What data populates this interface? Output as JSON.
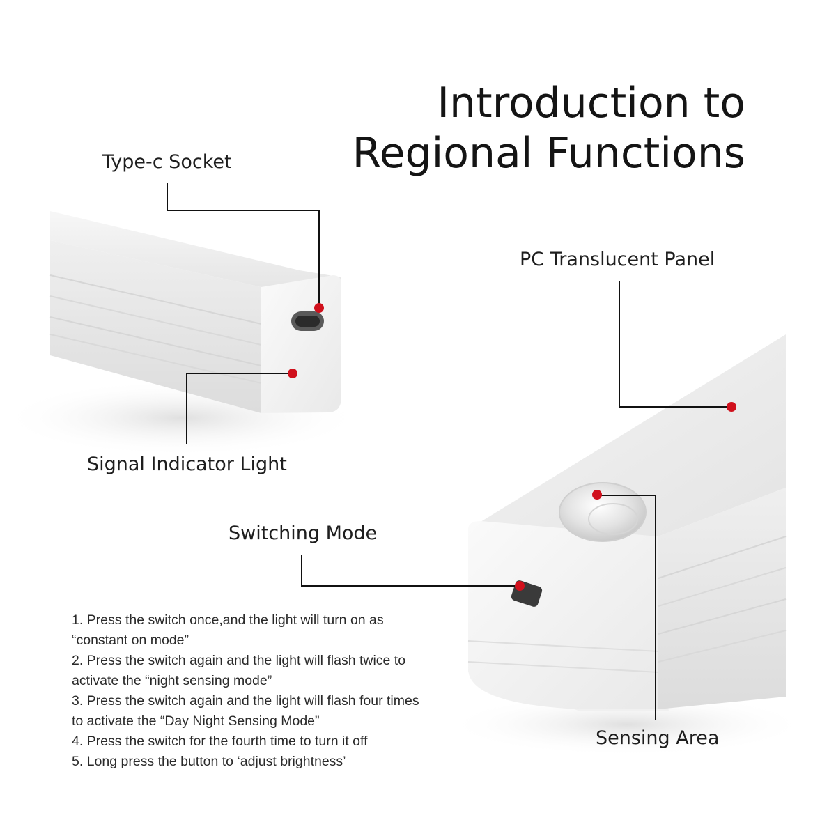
{
  "title": {
    "line1": "Introduction to",
    "line2": "Regional Functions"
  },
  "callouts": {
    "type_c_socket": "Type-c Socket",
    "signal_indicator_light": "Signal Indicator Light",
    "pc_translucent_panel": "PC Translucent Panel",
    "switching_mode": "Switching Mode",
    "sensing_area": "Sensing Area"
  },
  "instructions": [
    "1. Press the switch once,and the light will turn on as “constant on mode”",
    "2. Press the switch again and the light will flash twice to activate the “night sensing mode”",
    "3. Press the switch again and the light will flash four times to activate the “Day Night Sensing Mode”",
    "4. Press the switch for the fourth time to turn it off",
    "5. Long press the button to ‘adjust brightness’"
  ],
  "colors": {
    "marker": "#d0101c",
    "leader_line": "#111111",
    "product_body": "#f2f2f2"
  }
}
